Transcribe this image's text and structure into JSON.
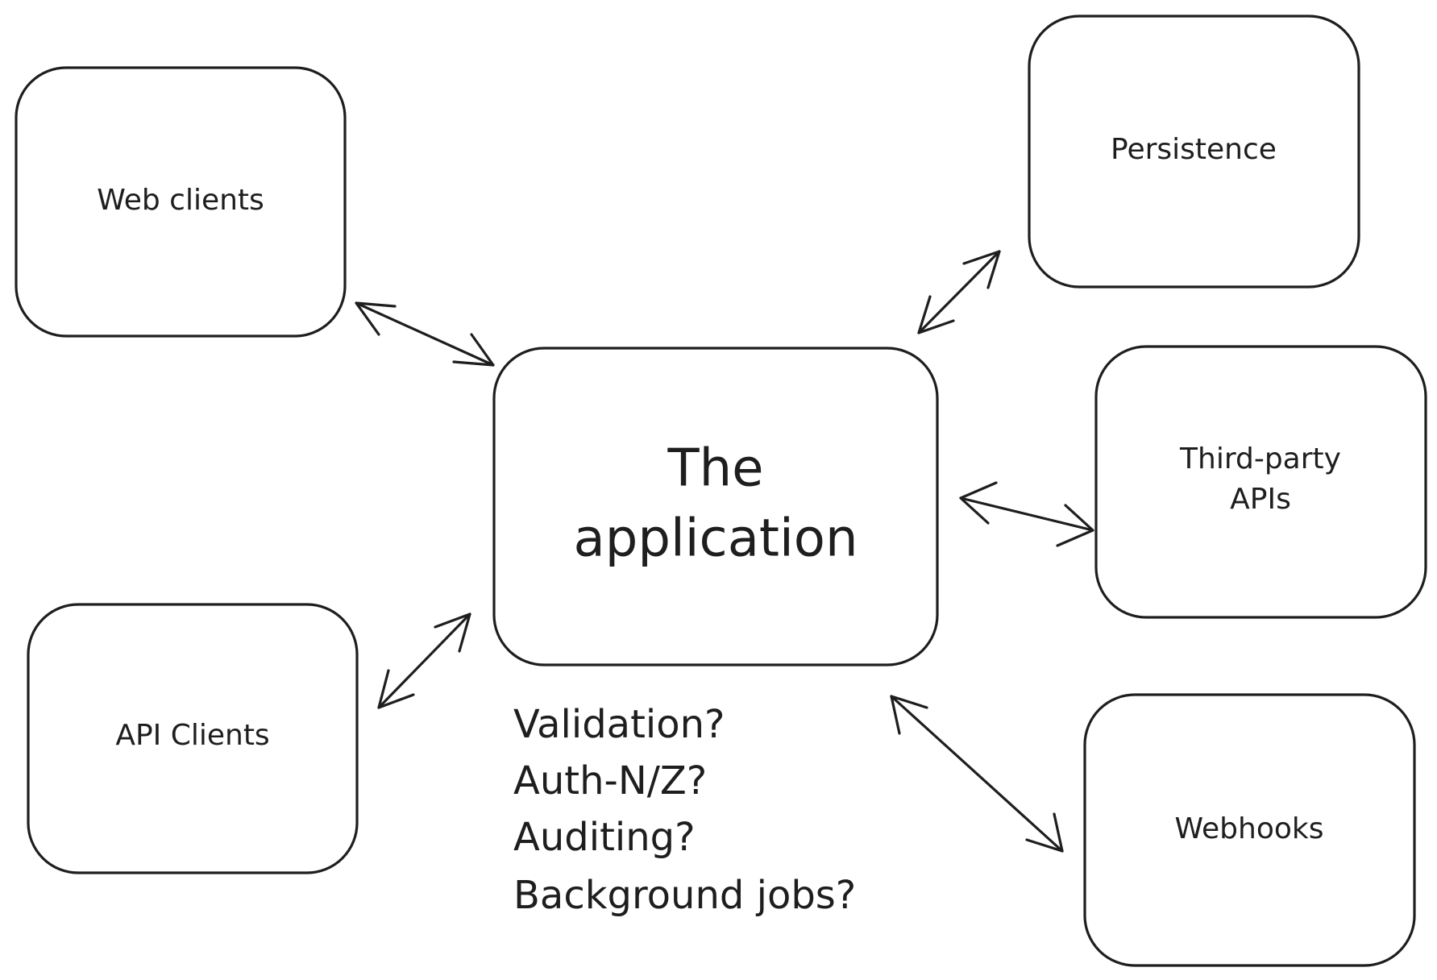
{
  "diagram": {
    "nodes": {
      "web_clients": {
        "label": "Web clients"
      },
      "api_clients": {
        "label": "API Clients"
      },
      "application": {
        "line1": "The",
        "line2": "application"
      },
      "persistence": {
        "label": "Persistence"
      },
      "third_party": {
        "line1": "Third-party",
        "line2": "APIs"
      },
      "webhooks": {
        "label": "Webhooks"
      }
    },
    "notes": [
      "Validation?",
      "Auth-N/Z?",
      "Auditing?",
      "Background jobs?"
    ],
    "edges": [
      {
        "from": "web_clients",
        "to": "application",
        "direction": "both"
      },
      {
        "from": "api_clients",
        "to": "application",
        "direction": "both"
      },
      {
        "from": "application",
        "to": "persistence",
        "direction": "both"
      },
      {
        "from": "application",
        "to": "third_party",
        "direction": "both"
      },
      {
        "from": "application",
        "to": "webhooks",
        "direction": "both"
      }
    ],
    "colors": {
      "stroke": "#1e1e1e",
      "background": "#ffffff"
    }
  }
}
